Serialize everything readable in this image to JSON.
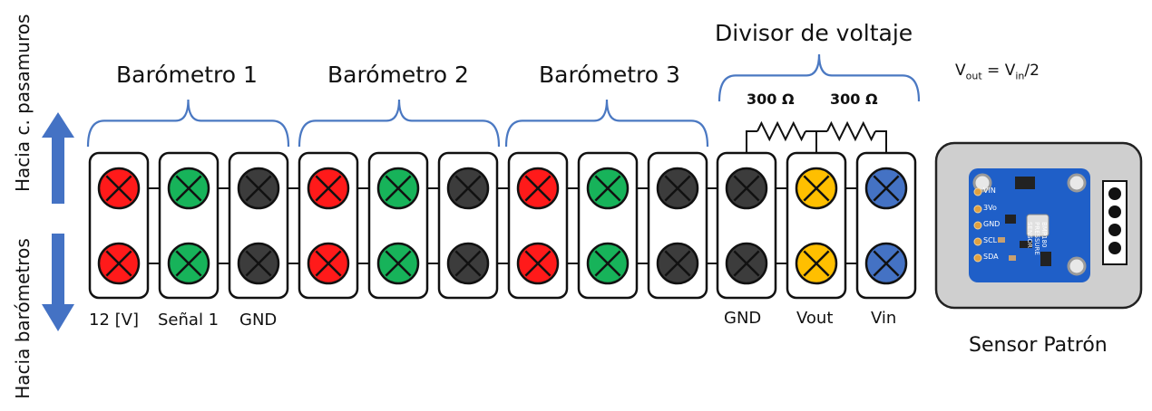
{
  "colors": {
    "red": "#ff1a1a",
    "green": "#17b35a",
    "black": "#3c3c3c",
    "yellow": "#ffbf00",
    "blue": "#4472c4",
    "bracket": "#4a78c2",
    "arrow": "#4472c4",
    "board": "#1f5fc8",
    "case": "#cfcfcf"
  },
  "left_labels": {
    "top": "Hacia c. pasamuros",
    "bottom": "Hacia barómetros"
  },
  "groups": [
    {
      "title": "Barómetro 1",
      "connectors": [
        "red",
        "green",
        "black"
      ]
    },
    {
      "title": "Barómetro 2",
      "connectors": [
        "red",
        "green",
        "black"
      ]
    },
    {
      "title": "Barómetro 3",
      "connectors": [
        "red",
        "green",
        "black"
      ]
    },
    {
      "title": "Divisor de voltaje",
      "connectors": [
        "black",
        "yellow",
        "blue"
      ]
    }
  ],
  "pin_labels_left": [
    "12 [V]",
    "Señal 1",
    "GND"
  ],
  "pin_labels_right": [
    "GND",
    "Vout",
    "Vin"
  ],
  "resistors": [
    "300 Ω",
    "300 Ω"
  ],
  "formula": {
    "v": "V",
    "out": "out",
    "eq": " = V",
    "in": "in",
    "div": "/2"
  },
  "sensor": {
    "caption": "Sensor Patrón",
    "pins": [
      "VIN",
      "3Vo",
      "GND",
      "SCL",
      "SDA"
    ],
    "chip_text": [
      "BMP180",
      "PRESSURE",
      "SENSOR"
    ]
  }
}
